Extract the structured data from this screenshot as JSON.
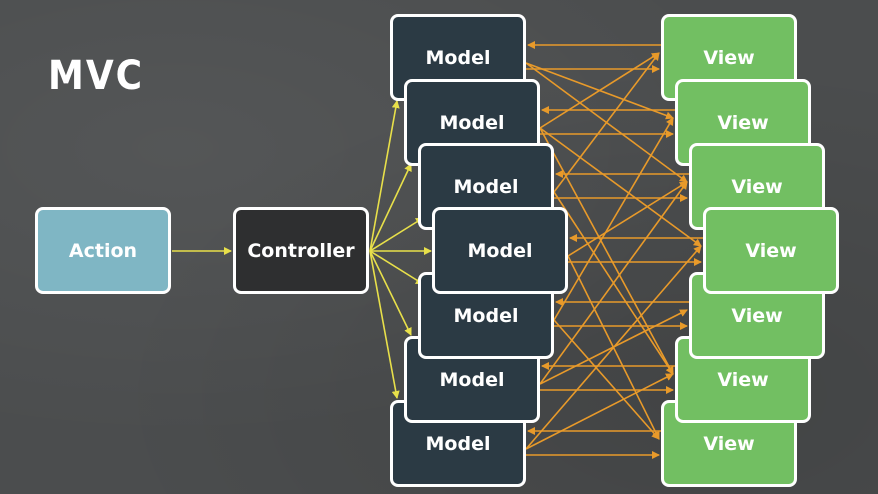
{
  "title": "MVC",
  "nodes": {
    "action": "Action",
    "controller": "Controller",
    "model_label": "Model",
    "view_label": "View"
  },
  "colors": {
    "background": "#4b4d4e",
    "action": "#7fb6c4",
    "controller": "#2e2f30",
    "model": "#2b3a44",
    "view": "#72bf62",
    "controller_arrows": "#e8e04a",
    "model_view_arrows": "#e89a2a"
  }
}
